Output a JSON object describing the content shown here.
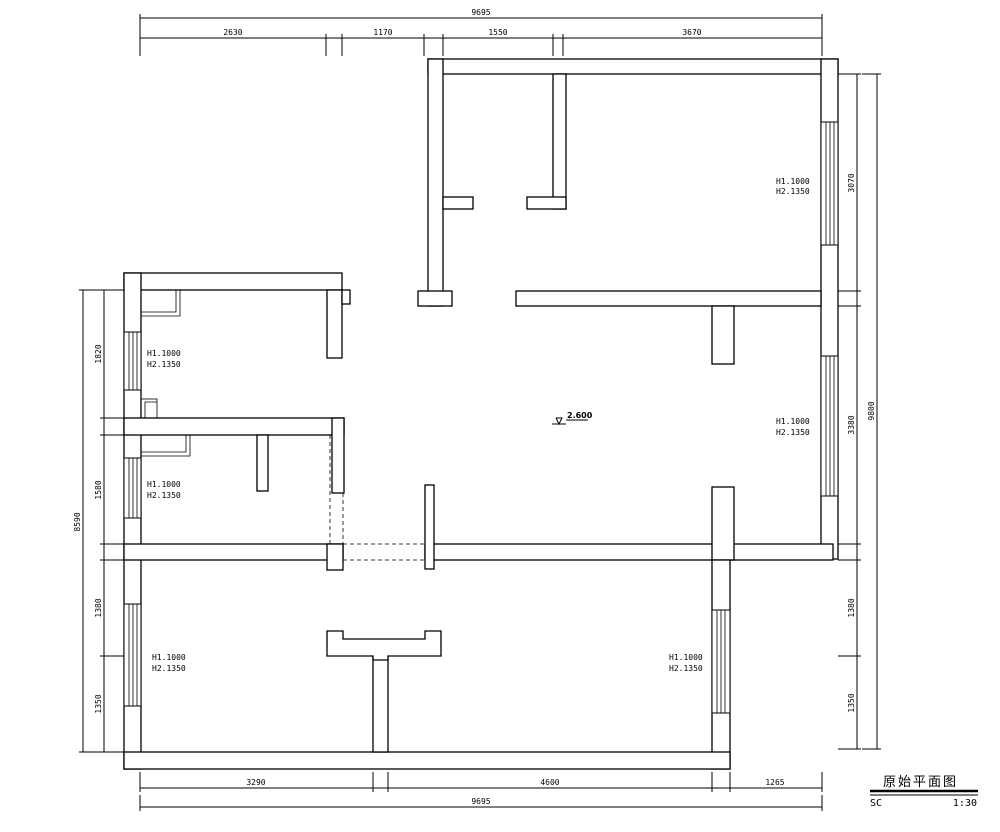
{
  "title": "原始平面图",
  "scale_code": "SC",
  "scale": "1:30",
  "level_mark": "2.600",
  "dims": {
    "top_total": "9695",
    "top_1": "2630",
    "top_2": "1170",
    "top_3": "1550",
    "top_4": "3670",
    "bottom_1": "3290",
    "bottom_2": "4600",
    "bottom_3": "1265",
    "bottom_total": "9695",
    "right_1": "3070",
    "right_2": "3380",
    "right_3": "1380",
    "right_4": "1350",
    "right_total": "9800",
    "left_1": "1820",
    "left_2": "1580",
    "left_3": "1380",
    "left_4": "1350",
    "left_total": "8590"
  },
  "window_notes": [
    {
      "line1": "H1.1000",
      "line2": "H2.1350"
    },
    {
      "line1": "H1.1000",
      "line2": "H2.1350"
    },
    {
      "line1": "H1.1000",
      "line2": "H2.1350"
    },
    {
      "line1": "H1.1000",
      "line2": "H2.1350"
    },
    {
      "line1": "H1.1000",
      "line2": "H2.1350"
    },
    {
      "line1": "H1.1000",
      "line2": "H2.1350"
    }
  ]
}
